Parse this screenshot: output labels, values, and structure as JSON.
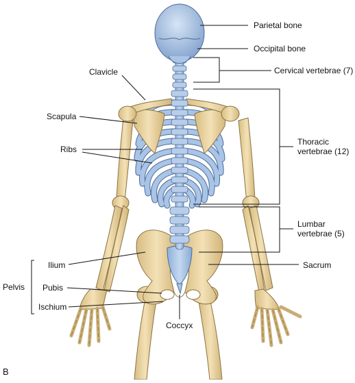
{
  "figure_letter": "B",
  "labels": {
    "parietal": "Parietal bone",
    "occipital": "Occipital bone",
    "cervical": "Cervical vertebrae (7)",
    "clavicle": "Clavicle",
    "scapula": "Scapula",
    "ribs": "Ribs",
    "thoracic_line1": "Thoracic",
    "thoracic_line2": "vertebrae (12)",
    "lumbar_line1": "Lumbar",
    "lumbar_line2": "vertebrae (5)",
    "ilium": "Ilium",
    "sacrum": "Sacrum",
    "pelvis": "Pelvis",
    "pubis": "Pubis",
    "ischium": "Ischium",
    "coccyx": "Coccyx"
  },
  "colors": {
    "bone": "#e9d3a0",
    "bone_outline": "#8a7340",
    "axial": "#a9c4e6",
    "axial_outline": "#4c6c96",
    "line": "#111111"
  }
}
